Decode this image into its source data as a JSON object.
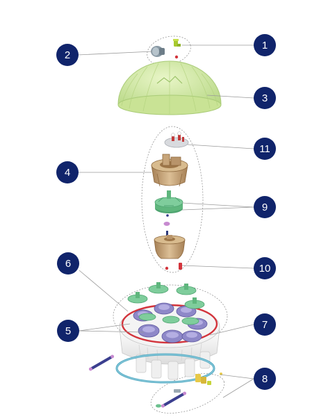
{
  "callouts": [
    {
      "id": "c1",
      "label": "1"
    },
    {
      "id": "c2",
      "label": "2"
    },
    {
      "id": "c3",
      "label": "3"
    },
    {
      "id": "c4",
      "label": "4"
    },
    {
      "id": "c5",
      "label": "5"
    },
    {
      "id": "c6",
      "label": "6"
    },
    {
      "id": "c7",
      "label": "7"
    },
    {
      "id": "c8",
      "label": "8"
    },
    {
      "id": "c9",
      "label": "9"
    },
    {
      "id": "c10",
      "label": "10"
    },
    {
      "id": "c11",
      "label": "11"
    }
  ],
  "colors": {
    "badge": "#10246b",
    "dome": "#d3eaa0",
    "green_part": "#6cc08e",
    "purple_part": "#8e88c8",
    "tan_part": "#c7a57a",
    "red_ring": "#d3343c",
    "blue_ring": "#4aa6c0"
  }
}
